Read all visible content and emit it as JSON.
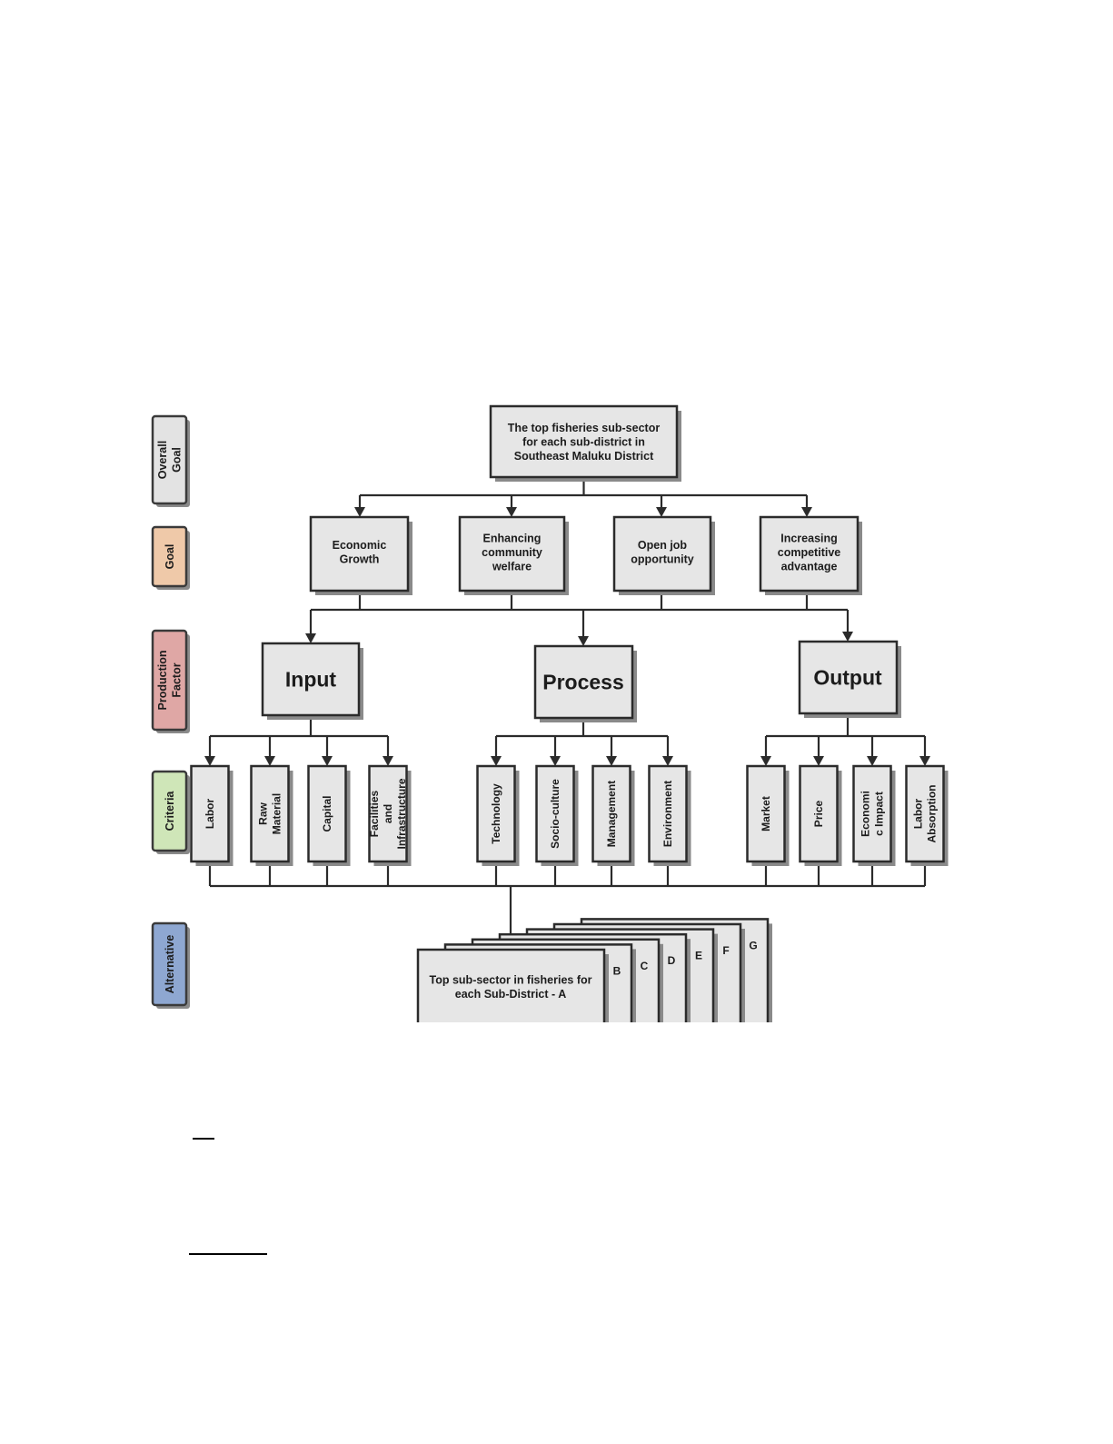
{
  "overall_goal": "The top fisheries sub-sector for each sub-district in Southeast Maluku District",
  "levels": [
    {
      "id": "overall-goal",
      "label": "Overall Goal",
      "color": "#e3e3e3"
    },
    {
      "id": "goal",
      "label": "Goal",
      "color": "#efc9a9"
    },
    {
      "id": "production-factor",
      "label": "Production Factor",
      "color": "#dfa7a5"
    },
    {
      "id": "criteria",
      "label": "Criteria",
      "color": "#cfe6b8"
    },
    {
      "id": "alternative",
      "label": "Alternative",
      "color": "#8ea7d1"
    }
  ],
  "goals": [
    "Economic Growth",
    "Enhancing community welfare",
    "Open job opportunity",
    "Increasing competitive advantage"
  ],
  "factors": [
    "Input",
    "Process",
    "Output"
  ],
  "criteria": {
    "input": [
      "Labor",
      "Raw Material",
      "Capital",
      "Facilities and Infrastructure"
    ],
    "process": [
      "Technology",
      "Socio-culture",
      "Management",
      "Environment"
    ],
    "output": [
      "Market",
      "Price",
      "Economic Impact",
      "Labor Absorption"
    ]
  },
  "alternatives": {
    "front_label": "Top sub-sector in fisheries for each Sub-District - A",
    "letters": [
      "B",
      "C",
      "D",
      "E",
      "F",
      "G"
    ]
  }
}
